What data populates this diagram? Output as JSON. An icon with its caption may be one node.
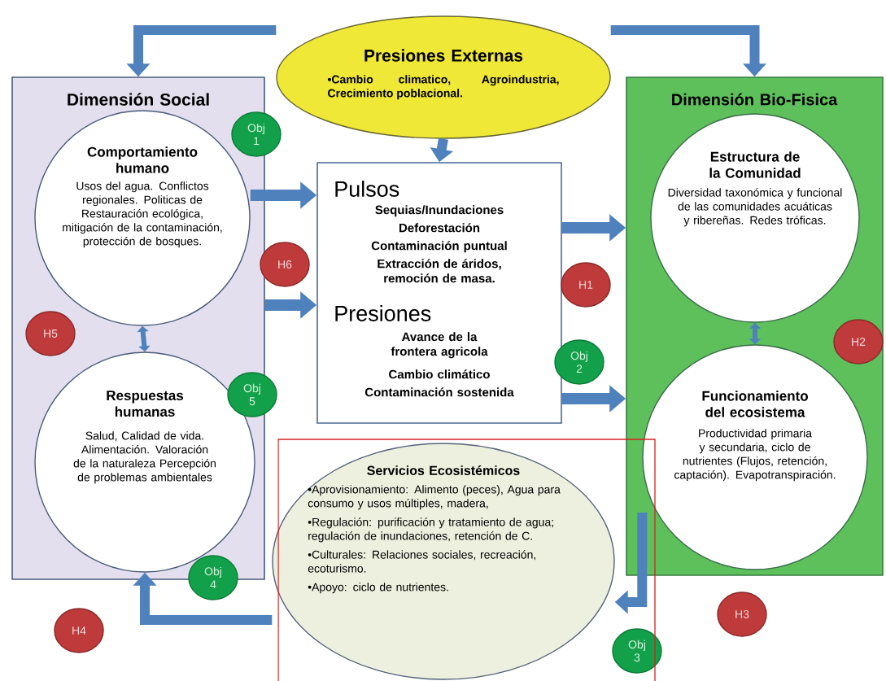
{
  "diagram": {
    "nodes": [
      {
        "text": [
          "Presiones Externas",
          "•Cambio climatico, Agroindustria, Crecimiento poblacional."
        ]
      },
      {
        "text": [
          "Dimensión Social"
        ]
      },
      {
        "text": [
          "Comportamiento humano",
          "Usos del agua. Conflictos regionales. Politicas de Restauración ecológica, mitigación de la contaminación, protección de bosques."
        ],
        "in": 1
      },
      {
        "text": [
          "Respuestas humanas",
          "Salud, Calidad de vida. Alimentación. Valoración de la naturaleza Percepción de problemas ambientales"
        ],
        "in": 1
      },
      {
        "text": [
          "Pulsos",
          "Sequias/Inundaciones",
          "Deforestación",
          "Contaminación puntual",
          "Extracción de áridos, remoción de masa.",
          "Presiones",
          "Avance de la frontera agricola",
          "Cambio climático",
          "Contaminación sostenida"
        ]
      },
      {
        "text": [
          "Dimensión Bio-Fisica"
        ]
      },
      {
        "text": [
          "Estructura de la Comunidad",
          "Diversidad taxonómica y funcional de las comunidades acuáticas y ribereñas. Redes tróficas."
        ],
        "in": 5
      },
      {
        "text": [
          "Funcionamiento del ecosistema",
          "Productividad primaria y secundaria, ciclo de nutrientes (Flujos, retención, captación). Evapotranspiración."
        ],
        "in": 5
      },
      {
        "text": [
          "Servicios Ecosistémicos",
          "•Aprovisionamiento: Alimento (peces), Agua para consumo y usos múltiples, madera,",
          "•Regulación: purificación y tratamiento de agua; regulación de inundaciones, retención de C.",
          "•Culturales: Relaciones sociales, recreación, ecoturismo.",
          "•Apoyo: ciclo de nutrientes."
        ]
      },
      {
        "text": [
          "Obj 1"
        ]
      },
      {
        "text": [
          "H6"
        ]
      },
      {
        "text": [
          "H1"
        ]
      },
      {
        "text": [
          "H5"
        ],
        "in": 1
      },
      {
        "text": [
          "Obj 2"
        ]
      },
      {
        "text": [
          "H2"
        ],
        "in": 5
      },
      {
        "text": [
          "Obj 5"
        ]
      },
      {
        "text": [
          "Obj 4"
        ]
      },
      {
        "text": [
          "H3"
        ]
      },
      {
        "text": [
          "H4"
        ]
      },
      {
        "text": [
          "Obj 3"
        ]
      }
    ],
    "edges": [
      {
        "from": 0,
        "to": 1,
        "arrow": "to"
      },
      {
        "from": 0,
        "to": 5,
        "arrow": "to"
      },
      {
        "from": 0,
        "to": 4,
        "arrow": "to"
      },
      {
        "from": 2,
        "to": 4,
        "arrow": "to"
      },
      {
        "from": 1,
        "to": 4,
        "arrow": "to"
      },
      {
        "from": 4,
        "to": 5,
        "arrow": "to"
      },
      {
        "from": 4,
        "to": 5,
        "arrow": "to"
      },
      {
        "from": 2,
        "to": 3,
        "arrow": "both"
      },
      {
        "from": 6,
        "to": 7,
        "arrow": "both"
      },
      {
        "from": 7,
        "to": 8,
        "arrow": "to"
      },
      {
        "from": 8,
        "to": 3,
        "arrow": "to"
      }
    ]
  }
}
